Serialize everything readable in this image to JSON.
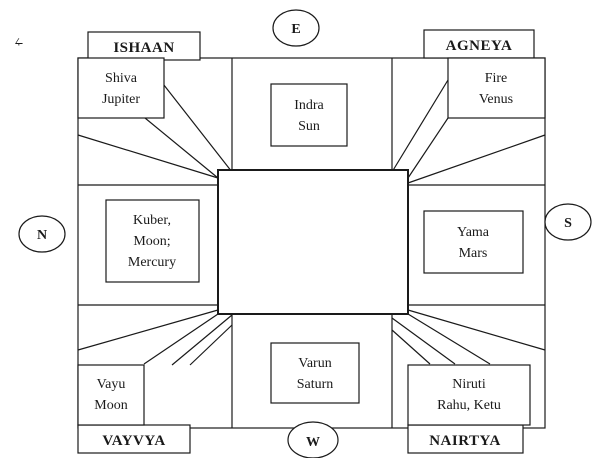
{
  "compass": {
    "east": "E",
    "west": "W",
    "north": "N",
    "south": "S"
  },
  "corners": {
    "ishaan": "ISHAAN",
    "agneya": "AGNEYA",
    "vayvya": "VAYVYA",
    "nairtya": "NAIRTYA"
  },
  "cells": {
    "top_left": [
      "Shiva",
      "Jupiter"
    ],
    "top_center": [
      "Indra",
      "Sun"
    ],
    "top_right": [
      "Fire",
      "Venus"
    ],
    "middle_left": [
      "Kuber,",
      "Moon;",
      "Mercury"
    ],
    "middle_right": [
      "Yama",
      "Mars"
    ],
    "bottom_left": [
      "Vayu",
      "Moon"
    ],
    "bottom_center": [
      "Varun",
      "Saturn"
    ],
    "bottom_right": [
      "Niruti",
      "Rahu, Ketu"
    ]
  },
  "marker": "ഺ"
}
